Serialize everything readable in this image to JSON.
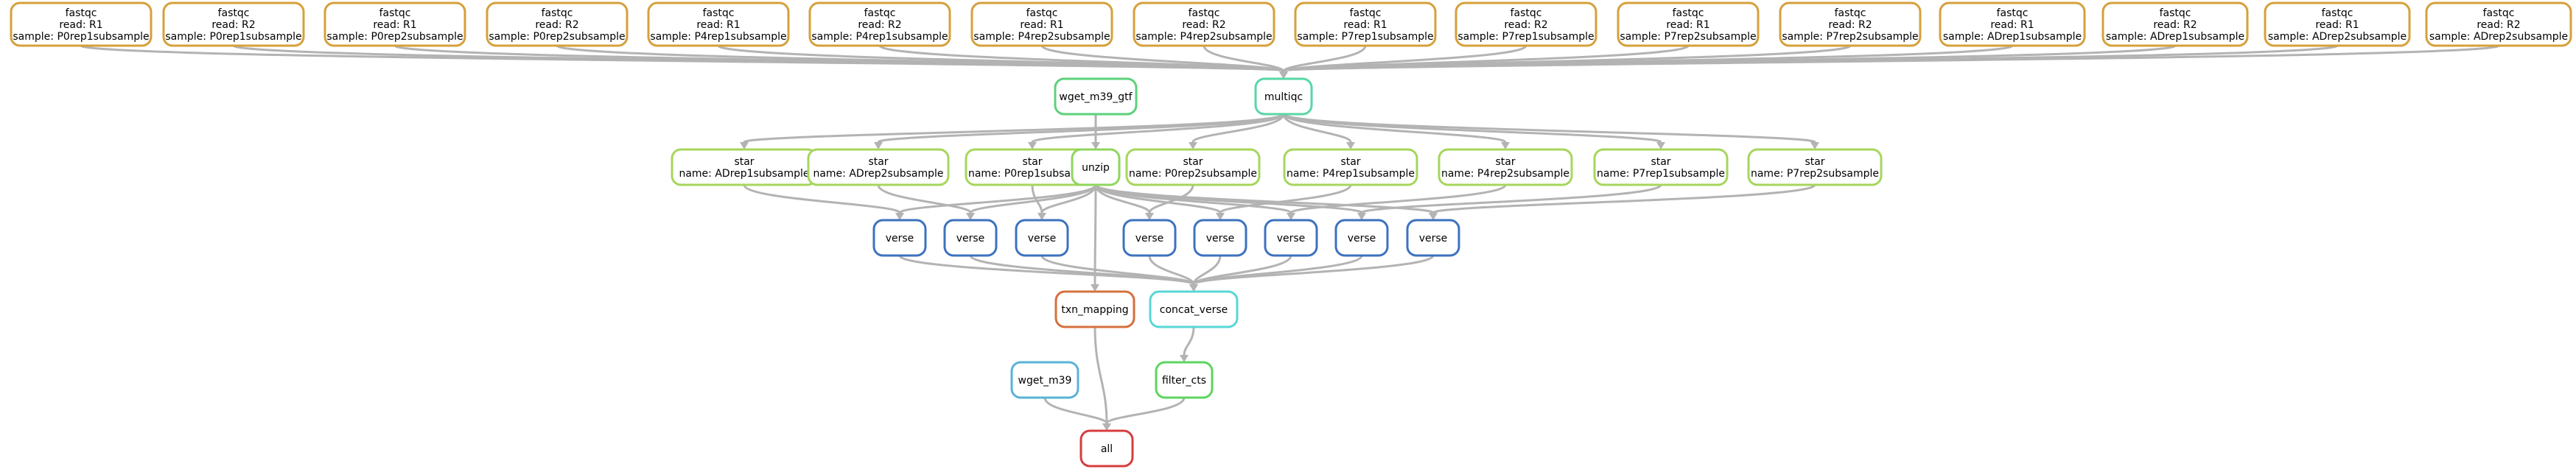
{
  "nodes": [
    {
      "id": "fq1",
      "lines": [
        "fastqc",
        "read: R1",
        "sample: P0rep1subsample"
      ],
      "color": "#d6a03b"
    },
    {
      "id": "fq2",
      "lines": [
        "fastqc",
        "read: R2",
        "sample: P0rep1subsample"
      ],
      "color": "#d6a03b"
    },
    {
      "id": "fq3",
      "lines": [
        "fastqc",
        "read: R1",
        "sample: P0rep2subsample"
      ],
      "color": "#d6a03b"
    },
    {
      "id": "fq4",
      "lines": [
        "fastqc",
        "read: R2",
        "sample: P0rep2subsample"
      ],
      "color": "#d6a03b"
    },
    {
      "id": "fq5",
      "lines": [
        "fastqc",
        "read: R1",
        "sample: P4rep1subsample"
      ],
      "color": "#d6a03b"
    },
    {
      "id": "fq6",
      "lines": [
        "fastqc",
        "read: R2",
        "sample: P4rep1subsample"
      ],
      "color": "#d6a03b"
    },
    {
      "id": "fq7",
      "lines": [
        "fastqc",
        "read: R1",
        "sample: P4rep2subsample"
      ],
      "color": "#d6a03b"
    },
    {
      "id": "fq8",
      "lines": [
        "fastqc",
        "read: R2",
        "sample: P4rep2subsample"
      ],
      "color": "#d6a03b"
    },
    {
      "id": "fq9",
      "lines": [
        "fastqc",
        "read: R1",
        "sample: P7rep1subsample"
      ],
      "color": "#d6a03b"
    },
    {
      "id": "fq10",
      "lines": [
        "fastqc",
        "read: R2",
        "sample: P7rep1subsample"
      ],
      "color": "#d6a03b"
    },
    {
      "id": "fq11",
      "lines": [
        "fastqc",
        "read: R1",
        "sample: P7rep2subsample"
      ],
      "color": "#d6a03b"
    },
    {
      "id": "fq12",
      "lines": [
        "fastqc",
        "read: R2",
        "sample: P7rep2subsample"
      ],
      "color": "#d6a03b"
    },
    {
      "id": "fq13",
      "lines": [
        "fastqc",
        "read: R1",
        "sample: ADrep1subsample"
      ],
      "color": "#d6a03b"
    },
    {
      "id": "fq14",
      "lines": [
        "fastqc",
        "read: R2",
        "sample: ADrep1subsample"
      ],
      "color": "#d6a03b"
    },
    {
      "id": "fq15",
      "lines": [
        "fastqc",
        "read: R1",
        "sample: ADrep2subsample"
      ],
      "color": "#d6a03b"
    },
    {
      "id": "fq16",
      "lines": [
        "fastqc",
        "read: R2",
        "sample: ADrep2subsample"
      ],
      "color": "#d6a03b"
    },
    {
      "id": "wget_gtf",
      "lines": [
        "wget_m39_gtf"
      ],
      "color": "#5cd17b"
    },
    {
      "id": "multiqc",
      "lines": [
        "multiqc"
      ],
      "color": "#59d6a6"
    },
    {
      "id": "star1",
      "lines": [
        "star",
        "name: ADrep1subsample"
      ],
      "color": "#a6d65c"
    },
    {
      "id": "star2",
      "lines": [
        "star",
        "name: ADrep2subsample"
      ],
      "color": "#a6d65c"
    },
    {
      "id": "star3",
      "lines": [
        "star",
        "name: P0rep1subsample"
      ],
      "color": "#a6d65c"
    },
    {
      "id": "unzip",
      "lines": [
        "unzip"
      ],
      "color": "#8ed65c"
    },
    {
      "id": "star4",
      "lines": [
        "star",
        "name: P0rep2subsample"
      ],
      "color": "#a6d65c"
    },
    {
      "id": "star5",
      "lines": [
        "star",
        "name: P4rep1subsample"
      ],
      "color": "#a6d65c"
    },
    {
      "id": "star6",
      "lines": [
        "star",
        "name: P4rep2subsample"
      ],
      "color": "#a6d65c"
    },
    {
      "id": "star7",
      "lines": [
        "star",
        "name: P7rep1subsample"
      ],
      "color": "#a6d65c"
    },
    {
      "id": "star8",
      "lines": [
        "star",
        "name: P7rep2subsample"
      ],
      "color": "#a6d65c"
    },
    {
      "id": "v1",
      "lines": [
        "verse"
      ],
      "color": "#3d72bf"
    },
    {
      "id": "v2",
      "lines": [
        "verse"
      ],
      "color": "#3d72bf"
    },
    {
      "id": "v3",
      "lines": [
        "verse"
      ],
      "color": "#3d72bf"
    },
    {
      "id": "v4",
      "lines": [
        "verse"
      ],
      "color": "#3d72bf"
    },
    {
      "id": "v5",
      "lines": [
        "verse"
      ],
      "color": "#3d72bf"
    },
    {
      "id": "v6",
      "lines": [
        "verse"
      ],
      "color": "#3d72bf"
    },
    {
      "id": "v7",
      "lines": [
        "verse"
      ],
      "color": "#3d72bf"
    },
    {
      "id": "v8",
      "lines": [
        "verse"
      ],
      "color": "#3d72bf"
    },
    {
      "id": "txn",
      "lines": [
        "txn_mapping"
      ],
      "color": "#d6703d"
    },
    {
      "id": "concat",
      "lines": [
        "concat_verse"
      ],
      "color": "#59d6d6"
    },
    {
      "id": "wget_m39",
      "lines": [
        "wget_m39"
      ],
      "color": "#59b3d6"
    },
    {
      "id": "filter",
      "lines": [
        "filter_cts"
      ],
      "color": "#5cd65c"
    },
    {
      "id": "all",
      "lines": [
        "all"
      ],
      "color": "#d63d3d"
    }
  ],
  "edges": [
    [
      "fq1",
      "multiqc"
    ],
    [
      "fq2",
      "multiqc"
    ],
    [
      "fq3",
      "multiqc"
    ],
    [
      "fq4",
      "multiqc"
    ],
    [
      "fq5",
      "multiqc"
    ],
    [
      "fq6",
      "multiqc"
    ],
    [
      "fq7",
      "multiqc"
    ],
    [
      "fq8",
      "multiqc"
    ],
    [
      "fq9",
      "multiqc"
    ],
    [
      "fq10",
      "multiqc"
    ],
    [
      "fq11",
      "multiqc"
    ],
    [
      "fq12",
      "multiqc"
    ],
    [
      "fq13",
      "multiqc"
    ],
    [
      "fq14",
      "multiqc"
    ],
    [
      "fq15",
      "multiqc"
    ],
    [
      "fq16",
      "multiqc"
    ],
    [
      "multiqc",
      "star1"
    ],
    [
      "multiqc",
      "star2"
    ],
    [
      "multiqc",
      "star3"
    ],
    [
      "multiqc",
      "star4"
    ],
    [
      "multiqc",
      "star5"
    ],
    [
      "multiqc",
      "star6"
    ],
    [
      "multiqc",
      "star7"
    ],
    [
      "multiqc",
      "star8"
    ],
    [
      "wget_gtf",
      "unzip"
    ],
    [
      "star1",
      "v1"
    ],
    [
      "star2",
      "v2"
    ],
    [
      "star3",
      "v3"
    ],
    [
      "star4",
      "v4"
    ],
    [
      "star5",
      "v5"
    ],
    [
      "star6",
      "v6"
    ],
    [
      "star7",
      "v7"
    ],
    [
      "star8",
      "v8"
    ],
    [
      "unzip",
      "v1"
    ],
    [
      "unzip",
      "v2"
    ],
    [
      "unzip",
      "v3"
    ],
    [
      "unzip",
      "v4"
    ],
    [
      "unzip",
      "v5"
    ],
    [
      "unzip",
      "v6"
    ],
    [
      "unzip",
      "v7"
    ],
    [
      "unzip",
      "v8"
    ],
    [
      "unzip",
      "txn"
    ],
    [
      "v1",
      "concat"
    ],
    [
      "v2",
      "concat"
    ],
    [
      "v3",
      "concat"
    ],
    [
      "v4",
      "concat"
    ],
    [
      "v5",
      "concat"
    ],
    [
      "v6",
      "concat"
    ],
    [
      "v7",
      "concat"
    ],
    [
      "v8",
      "concat"
    ],
    [
      "concat",
      "filter"
    ],
    [
      "txn",
      "all"
    ],
    [
      "wget_m39",
      "all"
    ],
    [
      "filter",
      "all"
    ]
  ]
}
